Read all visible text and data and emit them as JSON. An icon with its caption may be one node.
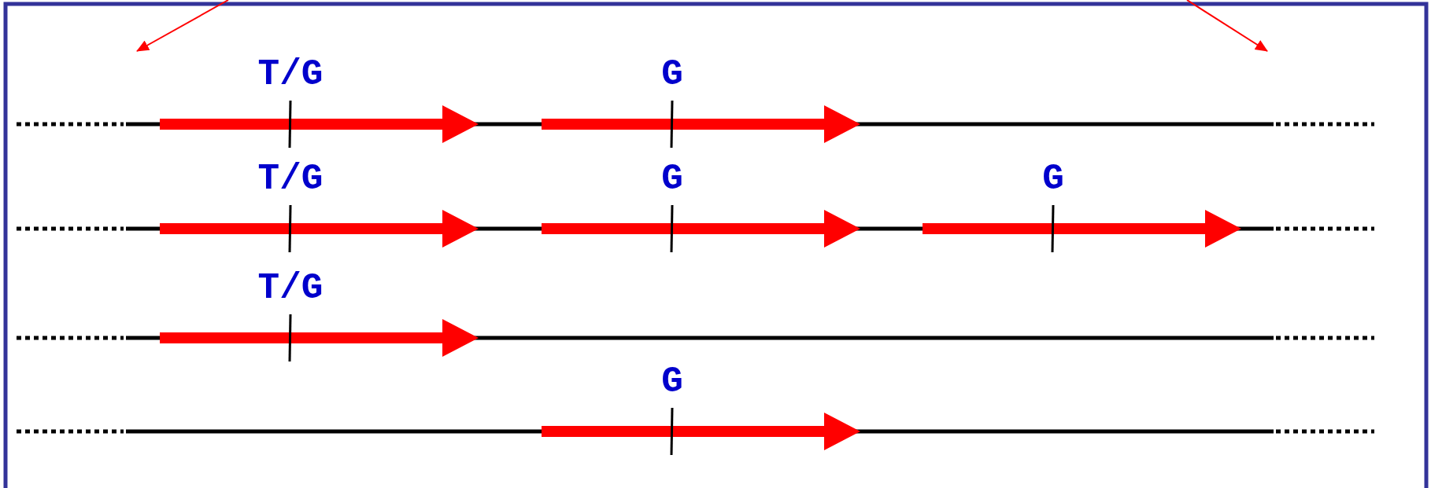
{
  "diagram": {
    "labels": [
      "T/G",
      "G",
      "T/G",
      "G",
      "G",
      "T/G",
      "G"
    ]
  }
}
